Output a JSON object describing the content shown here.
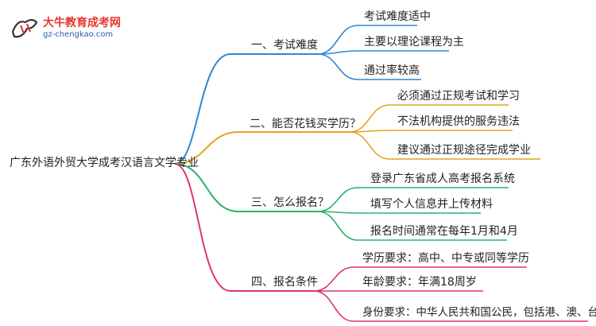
{
  "logo": {
    "title": "大牛教育成考网",
    "url": "gz-chengkao.com"
  },
  "root": {
    "label": "广东外语外贸大学成考汉语言文学专业"
  },
  "colors": {
    "b1": "#2f86d6",
    "b2": "#e6a21c",
    "b3": "#27b36a",
    "b4": "#e2336b"
  },
  "branches": [
    {
      "label": "一、考试难度",
      "children": [
        "考试难度适中",
        "主要以理论课程为主",
        "通过率较高"
      ]
    },
    {
      "label": "二、能否花钱买学历？",
      "children": [
        "必须通过正规考试和学习",
        "不法机构提供的服务违法",
        "建议通过正规途径完成学业"
      ]
    },
    {
      "label": "三、怎么报名？",
      "children": [
        "登录广东省成人高考报名系统",
        "填写个人信息并上传材料",
        "报名时间通常在每年1月和4月"
      ]
    },
    {
      "label": "四、报名条件",
      "children": [
        "学历要求：高中、中专或同等学历",
        "年龄要求：年满18周岁",
        "身份要求：中华人民共和国公民，包括港、澳、台同胞"
      ]
    }
  ]
}
